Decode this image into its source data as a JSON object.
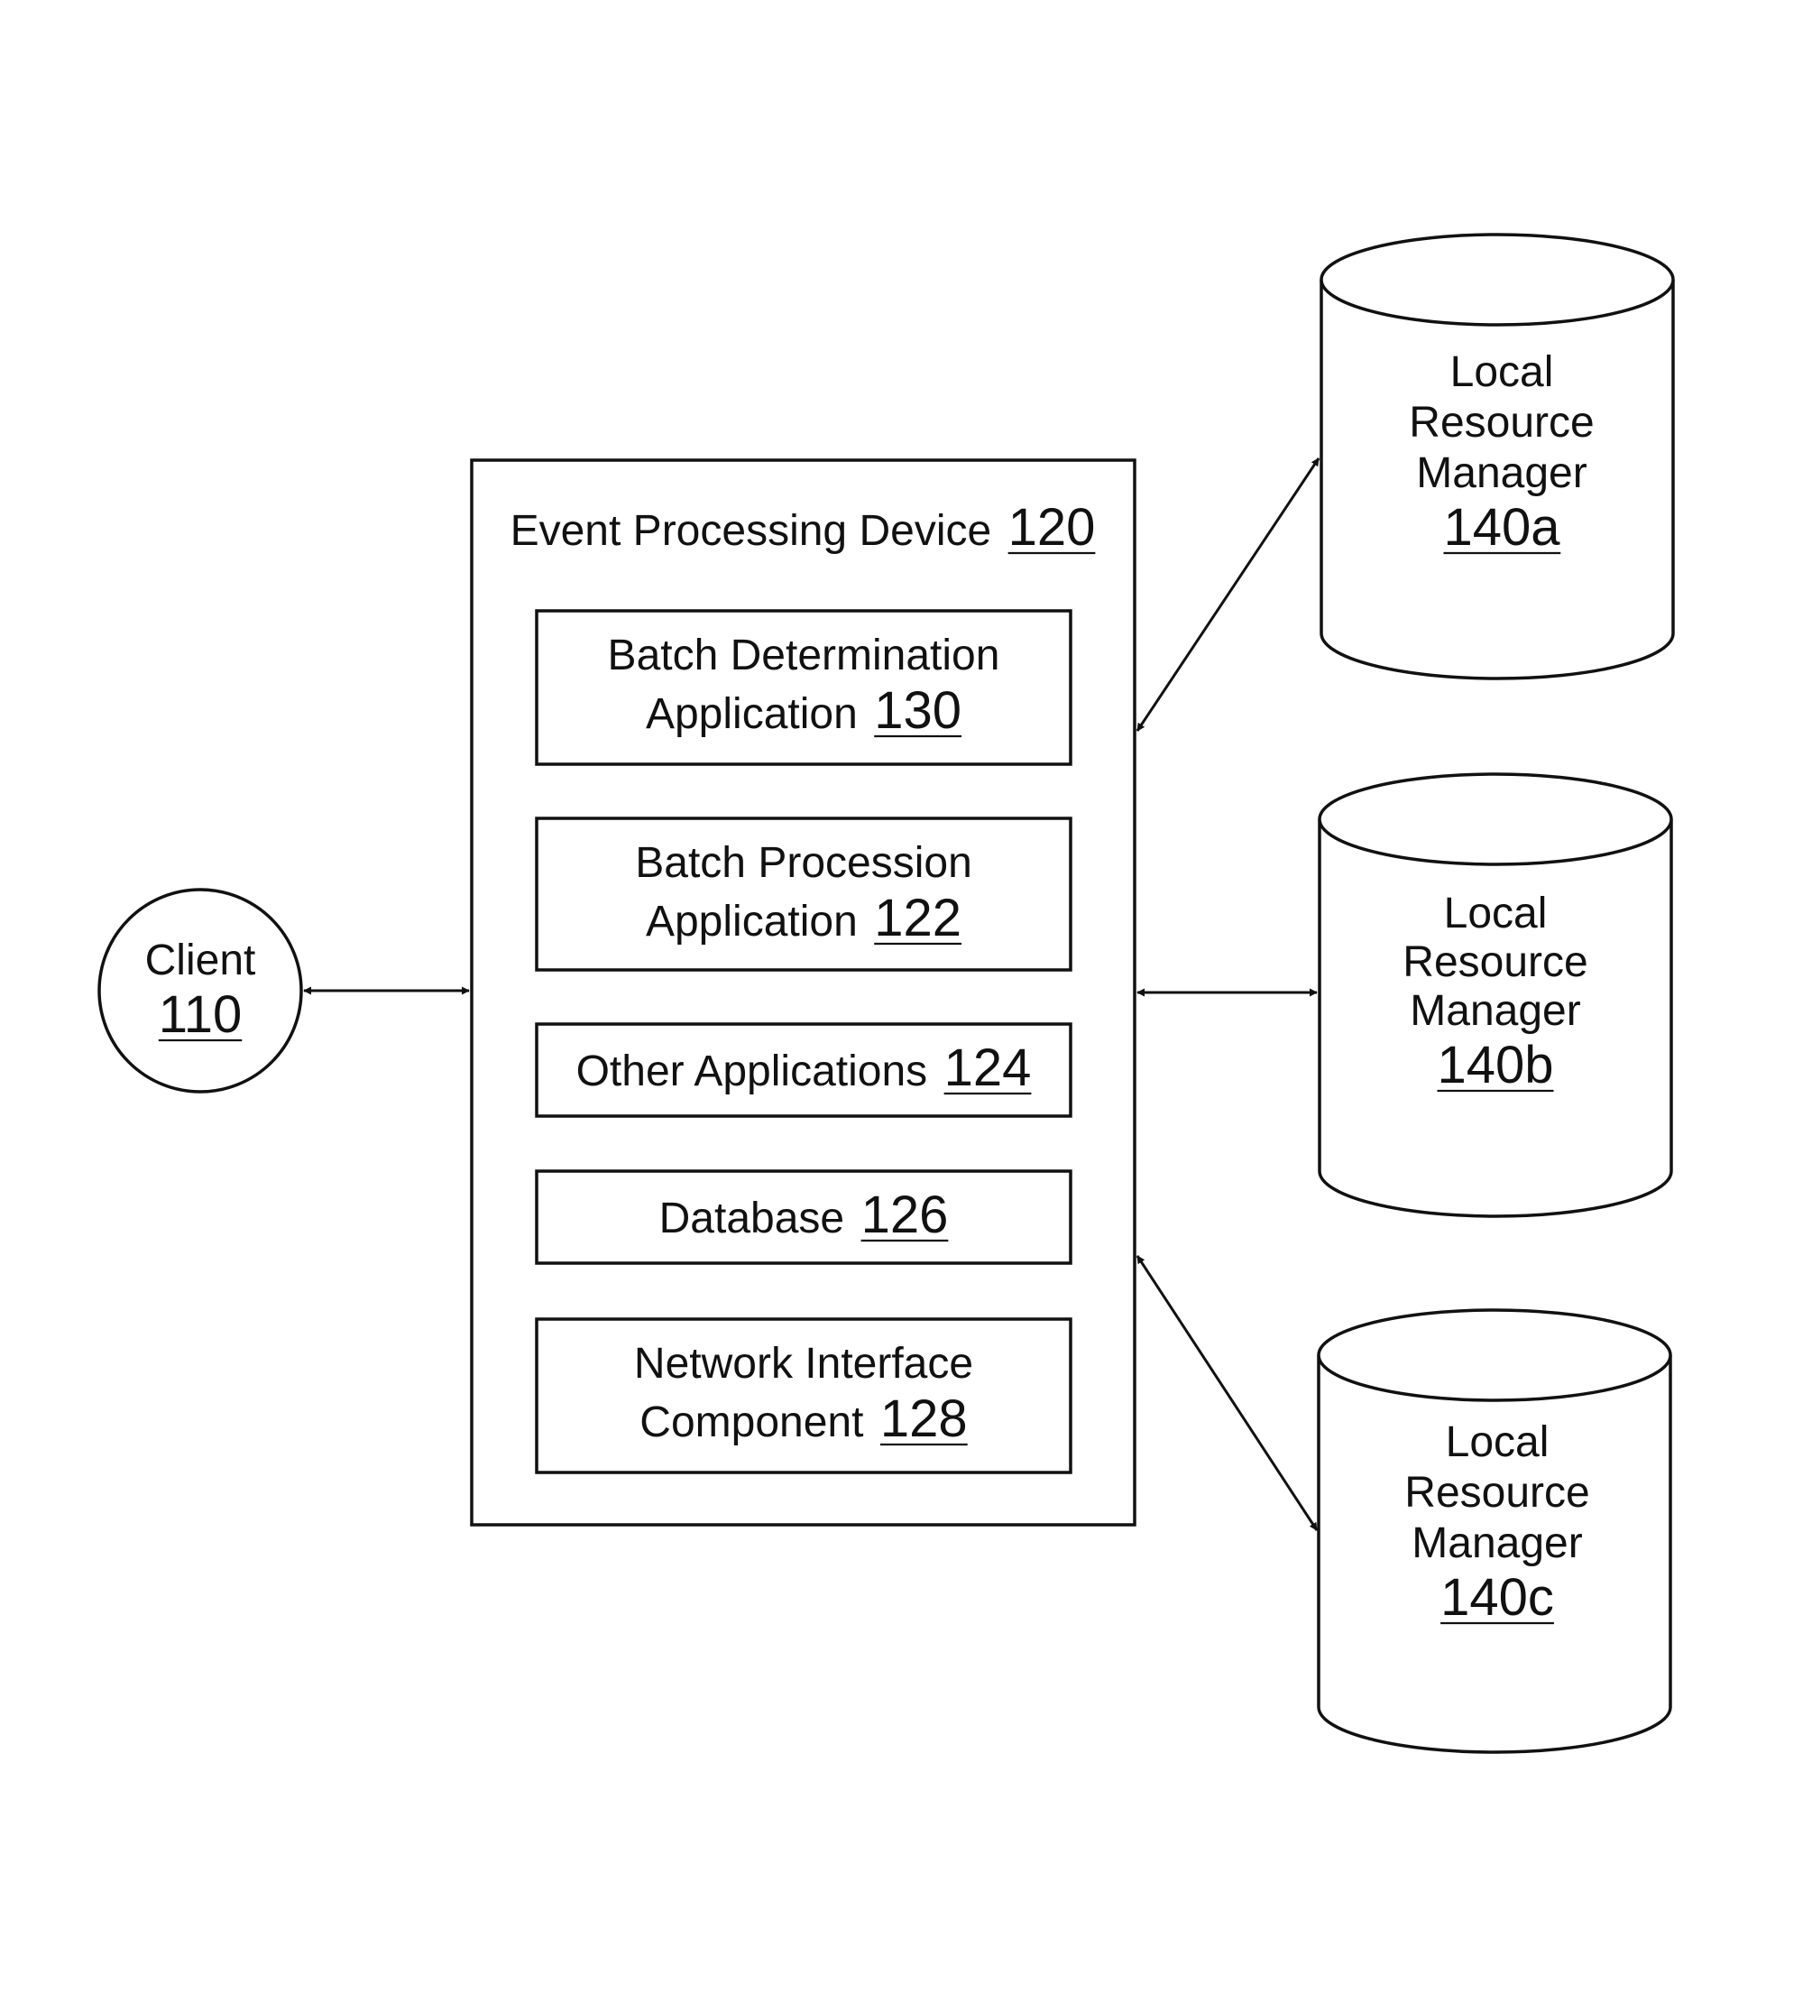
{
  "client": {
    "label": "Client",
    "number": "110"
  },
  "device": {
    "label": "Event Processing Device",
    "number": "120",
    "components": [
      {
        "line1": "Batch Determination",
        "line2": "Application",
        "number": "130"
      },
      {
        "line1": "Batch Procession",
        "line2": "Application",
        "number": "122"
      },
      {
        "line1": "",
        "line2": "Other Applications",
        "number": "124"
      },
      {
        "line1": "",
        "line2": "Database",
        "number": "126"
      },
      {
        "line1": "Network Interface",
        "line2": "Component",
        "number": "128"
      }
    ]
  },
  "resource_managers": [
    {
      "line1": "Local",
      "line2": "Resource",
      "line3": "Manager",
      "number": "140a"
    },
    {
      "line1": "Local",
      "line2": "Resource",
      "line3": "Manager",
      "number": "140b"
    },
    {
      "line1": "Local",
      "line2": "Resource",
      "line3": "Manager",
      "number": "140c"
    }
  ]
}
